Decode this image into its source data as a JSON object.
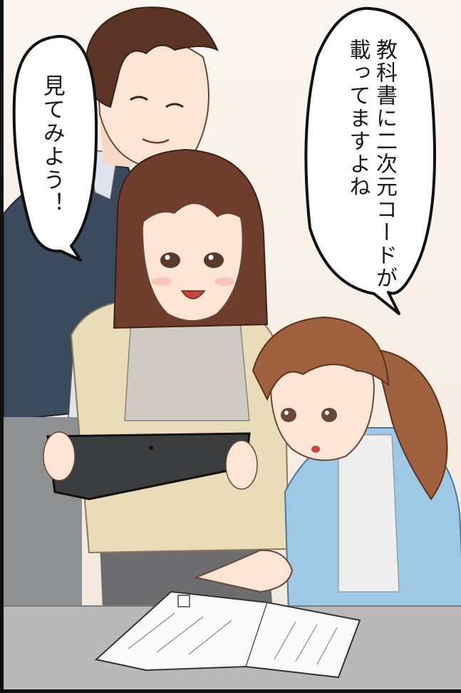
{
  "bubble_left": {
    "text": "見てみよう！"
  },
  "bubble_right": {
    "line1": "教科書に二次元コードが",
    "line2": "載ってますよね"
  },
  "colors": {
    "hair": "#6e3d2b",
    "skin": "#fde5d6",
    "vest": "#3b4a5d",
    "cardigan": "#e9dcb9",
    "scarf": "#cfcac4",
    "blue_cardigan": "#9ec8e3",
    "tablet": "#3c3d3f",
    "desk": "#b9b9b9"
  },
  "icons": [
    "speech-bubble",
    "tablet",
    "textbook"
  ]
}
